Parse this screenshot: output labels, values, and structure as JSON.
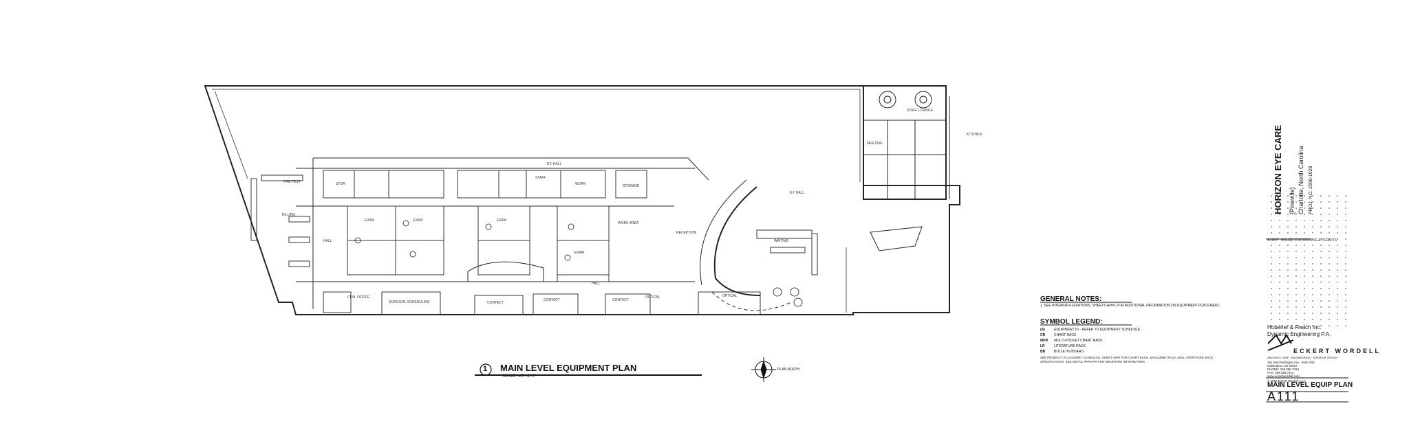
{
  "drawing": {
    "title": "MAIN LEVEL EQUIPMENT PLAN",
    "title_number": "1",
    "scale": "SCALE: 1/8\"=1'-0\"",
    "north_label": "PLAN NORTH"
  },
  "rooms": {
    "eye_hall": "EY. HALL",
    "hall": "HALL",
    "stor": "STOR",
    "staff": "STAFF",
    "storage": "STORAGE",
    "work_area": "WORK AREA",
    "reception": "RECEPTION",
    "waiting": "WAITING",
    "optical": "OPTICAL",
    "contact": "CONTACT",
    "surgical_scheduling": "SURGICAL SCHEDULING",
    "clin_office": "CLIN. OFFICE",
    "staff_lounge": "STAFF LOUNGE",
    "kitchen": "KITCHEN",
    "meeting": "MEETING",
    "exam": "EXAM",
    "pretest": "PRE-TEST",
    "billing": "BILLING",
    "work": "WORK"
  },
  "notes": {
    "general_heading": "GENERAL NOTES:",
    "general_text": "1. SEE INTERIOR ELEVATIONS, SHEETS A###, FOR ADDITIONAL INFORMATION ON EQUIPMENT PLACEMENT.",
    "legend_heading": "SYMBOL LEGEND:",
    "legend_items": [
      {
        "symbol": "(A)",
        "text": "EQUIPMENT ID - REFER TO EQUIPMENT SCHEDULE"
      },
      {
        "symbol": "CR",
        "text": "CHART RACK"
      },
      {
        "symbol": "MPR",
        "text": "MULTI-POCKET CHART RACK"
      },
      {
        "symbol": "LR",
        "text": "LITERATURE RACK"
      },
      {
        "symbol": "BB",
        "text": "BULLETIN BOARD"
      }
    ],
    "footnote": "SEE PRODUCT ACCESSORY SCHEDULE, SHEET A### FOR CHART RACK, MAGAZINE RACK, AND LITERATURE RACK SPECIFICATION. SEE DETAIL ###/A### FOR MOUNTING INFORMATION."
  },
  "title_block": {
    "project": "HORIZON EYE CARE",
    "location_1": "(Pineville)",
    "location_2": "Charlotte, North Carolina",
    "project_no": "PROJ. NO. 2008-1028",
    "issue": "ISSUED FOR BIDDING & PERMITS",
    "issue_date": "3/28/07",
    "consultant_1": "Hoberler & Reach Inc.",
    "consultant_2": "Dynamic Engineering P.A.",
    "firm": "ECKERT WORDELL",
    "firm_sub": "ARCHITECTURE · ENGINEERING · INTERIOR DESIGN",
    "address_lines": [
      "161 East Michigan Ave., Suite 400",
      "Kalamazoo, MI 49007",
      "PHONE: 269.388.7313",
      "FAX: 269.388.7314",
      "www.eckertwordell.com"
    ],
    "copyright": "© 2008 Eckert Wordell, LLC",
    "sheet_title": "MAIN LEVEL EQUIP PLAN",
    "sheet_number": "A111"
  }
}
